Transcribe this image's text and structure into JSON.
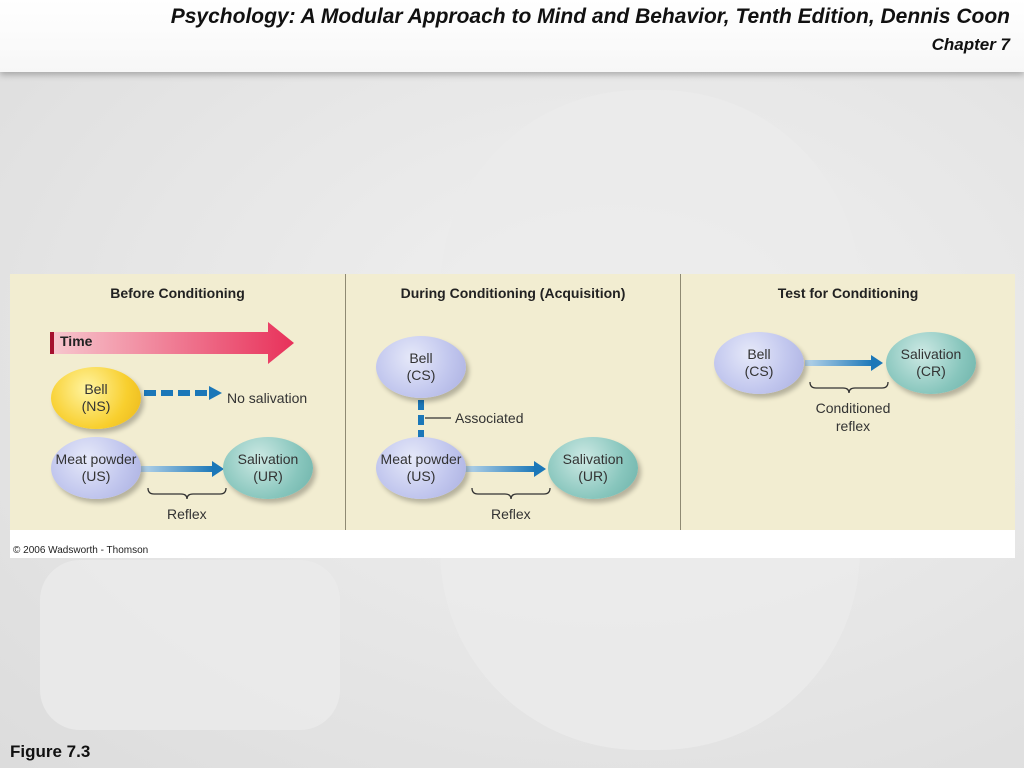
{
  "header": {
    "title": "Psychology: A Modular Approach to Mind and Behavior, Tenth Edition, Dennis Coon",
    "chapter": "Chapter 7"
  },
  "panels": [
    {
      "title": "Before Conditioning",
      "time_label": "Time",
      "bell": [
        "Bell",
        "(NS)"
      ],
      "no_salivation": "No salivation",
      "meat": [
        "Meat powder",
        "(US)"
      ],
      "salivation": [
        "Salivation",
        "(UR)"
      ],
      "reflex": "Reflex"
    },
    {
      "title": "During Conditioning (Acquisition)",
      "bell": [
        "Bell",
        "(CS)"
      ],
      "associated": "Associated",
      "meat": [
        "Meat powder",
        "(US)"
      ],
      "salivation": [
        "Salivation",
        "(UR)"
      ],
      "reflex": "Reflex"
    },
    {
      "title": "Test for Conditioning",
      "bell": [
        "Bell",
        "(CS)"
      ],
      "salivation": [
        "Salivation",
        "(CR)"
      ],
      "conditioned_reflex": [
        "Conditioned",
        "reflex"
      ]
    }
  ],
  "copyright": "© 2006 Wadsworth - Thomson",
  "figure_label": "Figure 7.3",
  "colors": {
    "figure_bg": "#f2edd1",
    "time_arrow": "#e8315a",
    "process_arrow": "#1b77b8",
    "ns_bubble": "#f8cf2e",
    "stimulus_bubble": "#c2c7ee",
    "response_bubble": "#88c6bd"
  }
}
